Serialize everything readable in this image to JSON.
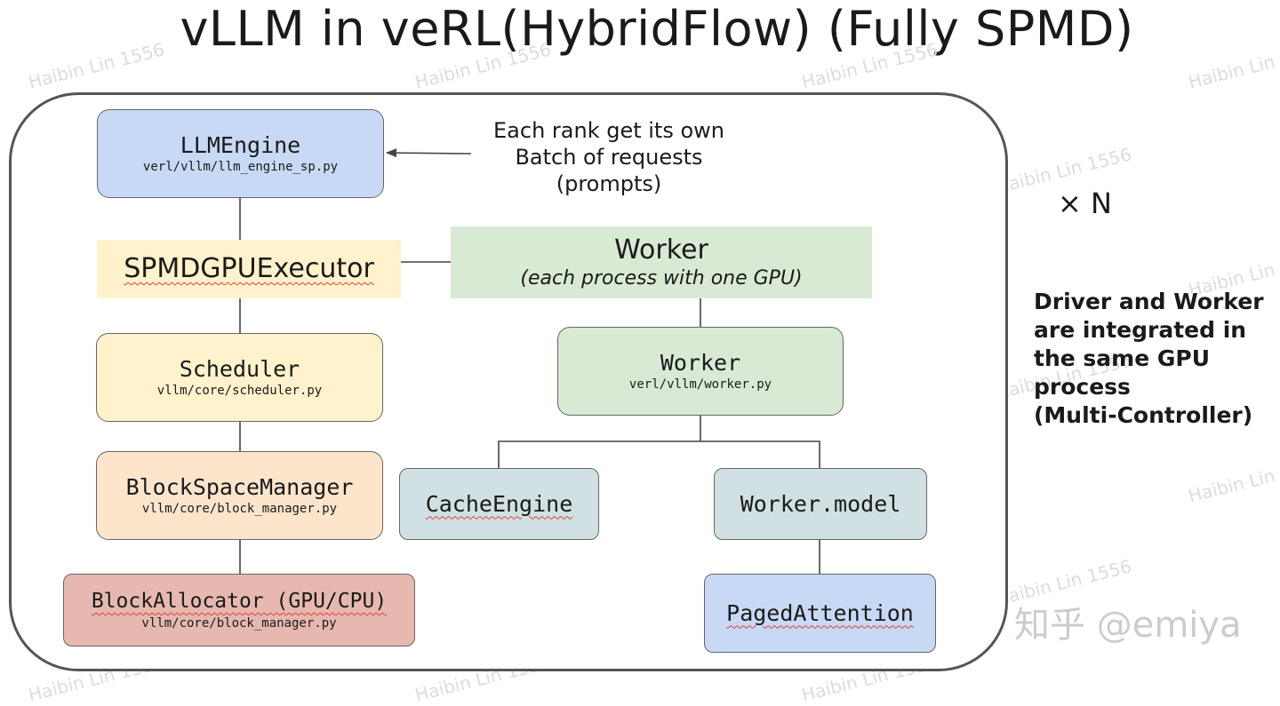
{
  "title": "vLLM in veRL(HybridFlow) (Fully SPMD)",
  "nodes": {
    "llm_engine": {
      "name": "LLMEngine",
      "path": "verl/vllm/llm_engine_sp.py",
      "color": "#c8d9f5"
    },
    "spmd_executor": {
      "name": "SPMDGPUExecutor",
      "color": "#fff2cc"
    },
    "scheduler": {
      "name": "Scheduler",
      "path": "vllm/core/scheduler.py",
      "color": "#fff2cc"
    },
    "block_space_manager": {
      "name": "BlockSpaceManager",
      "path": "vllm/core/block_manager.py",
      "color": "#fde5cc"
    },
    "block_allocator": {
      "name": "BlockAllocator (GPU/CPU)",
      "path": "vllm/core/block_manager.py",
      "color": "#e6b8af"
    },
    "worker_group": {
      "name": "Worker",
      "subtitle": "(each process with one GPU)",
      "color": "#d8ead3"
    },
    "worker": {
      "name": "Worker",
      "path": "verl/vllm/worker.py",
      "color": "#d8ead3"
    },
    "cache_engine": {
      "name": "CacheEngine",
      "color": "#d0e0e3"
    },
    "worker_model": {
      "name": "Worker.model",
      "color": "#d0e0e3"
    },
    "paged_attention": {
      "name": "PagedAttention",
      "color": "#c8d9f5"
    }
  },
  "request_note": {
    "line1": "Each rank get its own",
    "line2": "Batch of requests",
    "line3": "(prompts)"
  },
  "multiplier": "× N",
  "side_note": {
    "line1": "Driver and Worker",
    "line2": "are integrated in",
    "line3": "the same GPU",
    "line4": "process",
    "line5": "(Multi-Controller)"
  },
  "watermark": "Haibin Lin 1556",
  "brand_watermark": "知乎 @emiya"
}
